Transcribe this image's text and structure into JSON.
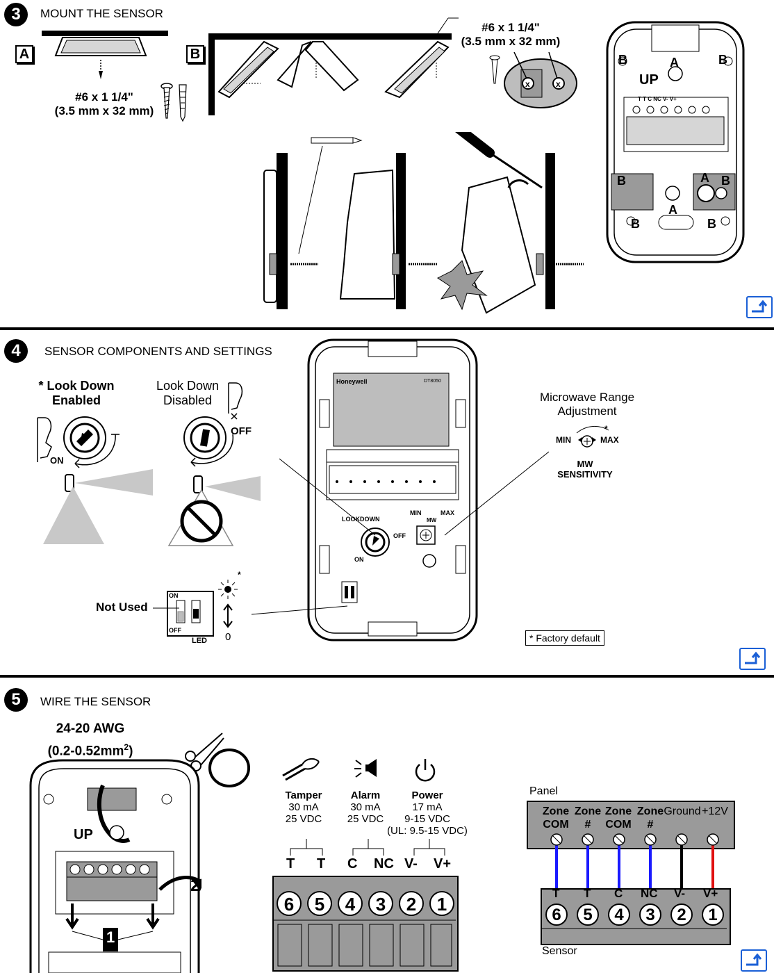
{
  "sections": [
    {
      "number": "3",
      "title": "MOUNT THE SENSOR"
    },
    {
      "number": "4",
      "title": "SENSOR COMPONENTS AND SETTINGS"
    },
    {
      "number": "5",
      "title": "WIRE THE SENSOR"
    }
  ],
  "mount": {
    "panel_a": "A",
    "panel_b": "B",
    "screw_a_line1": "#6 x 1 1/4\"",
    "screw_a_line2": "(3.5 mm x 32 mm)",
    "screw_b_line1": "#6 x 1 1/4\"",
    "screw_b_line2": "(3.5 mm x 32 mm)",
    "up": "UP",
    "terminal_strip": "T  T  C  NC  V-  V+",
    "marker_a": "A",
    "marker_b": "B"
  },
  "components": {
    "look_down_enabled_line1": "* Look Down",
    "look_down_enabled_line2": "Enabled",
    "look_down_disabled_line1": "Look Down",
    "look_down_disabled_line2": "Disabled",
    "on": "ON",
    "off": "OFF",
    "brand": "Honeywell",
    "model": "DT8050",
    "lookdown_label": "LOOKDOWN",
    "min": "MIN",
    "max": "MAX",
    "mw": "MW",
    "microwave_title_line1": "Microwave Range",
    "microwave_title_line2": "Adjustment",
    "mw_sensitivity_line1": "MW",
    "mw_sensitivity_line2": "SENSITIVITY",
    "not_used": "Not Used",
    "dip_on": "ON",
    "dip_off": "OFF",
    "led": "LED",
    "led_zero": "0",
    "asterisk": "*",
    "factory_default": "* Factory default"
  },
  "wiring": {
    "awg_line1": "24-20 AWG",
    "awg_line2": "(0.2-0.52mm",
    "awg_sup": "2",
    "awg_close": ")",
    "up": "UP",
    "step1": "1",
    "step2": "2",
    "groups": [
      {
        "name": "Tamper",
        "line1": "30 mA",
        "line2": "25 VDC",
        "line3": ""
      },
      {
        "name": "Alarm",
        "line1": "30 mA",
        "line2": "25 VDC",
        "line3": ""
      },
      {
        "name": "Power",
        "line1": "17 mA",
        "line2": "9-15 VDC",
        "line3": "(UL: 9.5-15 VDC)"
      }
    ],
    "terminal_labels": [
      "T",
      "T",
      "C",
      "NC",
      "V-",
      "V+"
    ],
    "terminal_numbers": [
      "6",
      "5",
      "4",
      "3",
      "2",
      "1"
    ],
    "panel_label": "Panel",
    "sensor_label": "Sensor",
    "panel_terminals": [
      {
        "line1": "Zone",
        "line2": "COM"
      },
      {
        "line1": "Zone",
        "line2": "#"
      },
      {
        "line1": "Zone",
        "line2": "COM"
      },
      {
        "line1": "Zone",
        "line2": "#"
      },
      {
        "line1": "",
        "line2": "Ground"
      },
      {
        "line1": "",
        "line2": "+12V"
      }
    ],
    "wire_colors": [
      "#1a1aff",
      "#1a1aff",
      "#1a1aff",
      "#1a1aff",
      "#000000",
      "#e01010"
    ]
  },
  "colors": {
    "accent_blue": "#1a5fd6",
    "gray": "#9a9a9a"
  }
}
